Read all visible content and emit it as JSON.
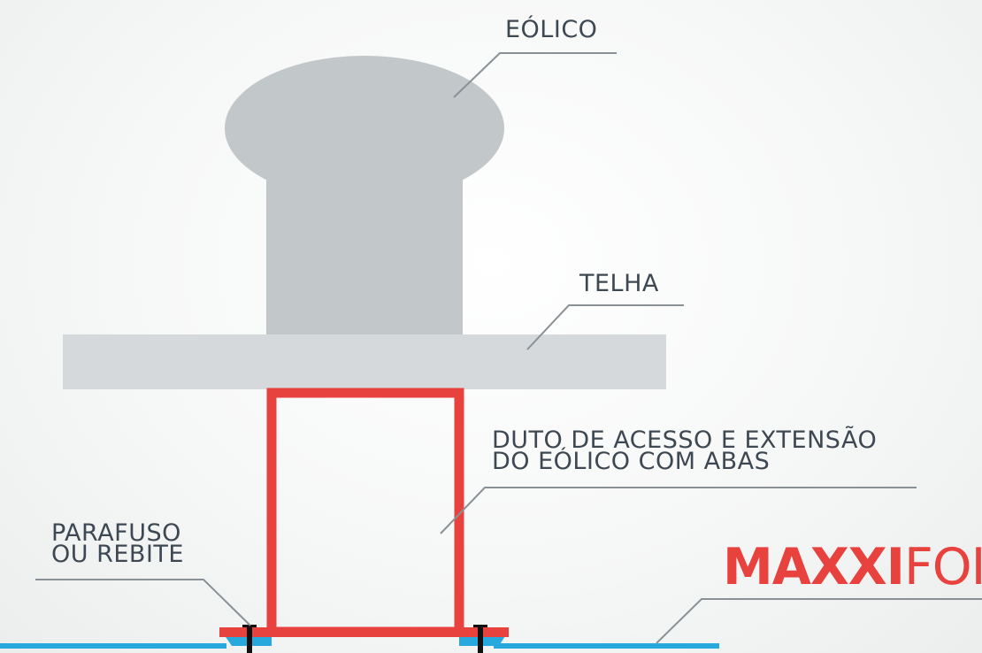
{
  "labels": {
    "eolico": "EÓLICO",
    "telha": "TELHA",
    "duto_line1": "DUTO DE ACESSO E EXTENSÃO",
    "duto_line2": "DO EÓLICO COM ABAS",
    "parafuso_line1": "PARAFUSO",
    "parafuso_line2": "OU REBITE"
  },
  "logo": {
    "text_bold": "MAXXI",
    "text_light": "FOIL",
    "registered_mark": "®"
  },
  "colors": {
    "eolico_fill": "#c2c7c9",
    "telha_fill": "#d6d9db",
    "duct_stroke": "#e8423f",
    "base_line": "#28a9de",
    "leader_line": "#8a9196",
    "screw": "#111111",
    "label_text": "#3d4852",
    "logo_red": "#e8423f"
  }
}
